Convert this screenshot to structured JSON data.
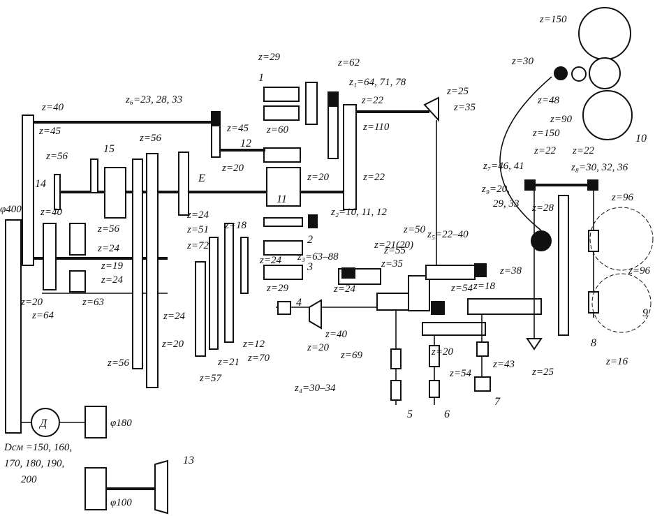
{
  "diagram": {
    "gear_labels": [
      "z=40",
      "z=45",
      "z=56",
      "z=56",
      "z=40",
      "z=56",
      "z=24",
      "z=19",
      "z=24",
      "z=63",
      "z=20",
      "z=64",
      "z=45",
      "z=20",
      "z=60",
      "z=20",
      "z=29",
      "z=62",
      "z=22",
      "z=110",
      "z=22",
      "z=25",
      "z=35",
      "z=24",
      "z=51",
      "z=72",
      "z=18",
      "z=24",
      "z=29",
      "z=24",
      "z=20",
      "z=12",
      "z=21",
      "z=70",
      "z=57",
      "z=56",
      "z=50",
      "z=21(20)",
      "z=55",
      "z=35",
      "z=24",
      "z=40",
      "z=20",
      "z=69",
      "z=54",
      "z=18",
      "z=38",
      "z=20",
      "z=54",
      "z=43",
      "z=25",
      "z=150",
      "z=30",
      "z=48",
      "z=90",
      "z=150",
      "z=22",
      "z=22",
      "z=28",
      "z=96",
      "z=96",
      "z=16"
    ],
    "range_labels": [
      "z₆=23, 28, 33",
      "z₁=64, 71, 78",
      "z₂=10, 11, 12",
      "z₃=63–88",
      "z₅=22–40",
      "z₇=46, 41",
      "z₈=30, 32, 36",
      "z₉=20,",
      "29, 33",
      "z₄=30–34"
    ],
    "part_numbers": [
      "1",
      "2",
      "3",
      "4",
      "5",
      "6",
      "7",
      "8",
      "9",
      "10",
      "11",
      "12",
      "13",
      "14",
      "15",
      "E"
    ],
    "motor_label": "Д",
    "pulley_labels": [
      "φ400",
      "φ180",
      "φ100"
    ],
    "belt_diameters": [
      "Dсм =150, 160,",
      "170, 180, 190,",
      "200"
    ]
  }
}
